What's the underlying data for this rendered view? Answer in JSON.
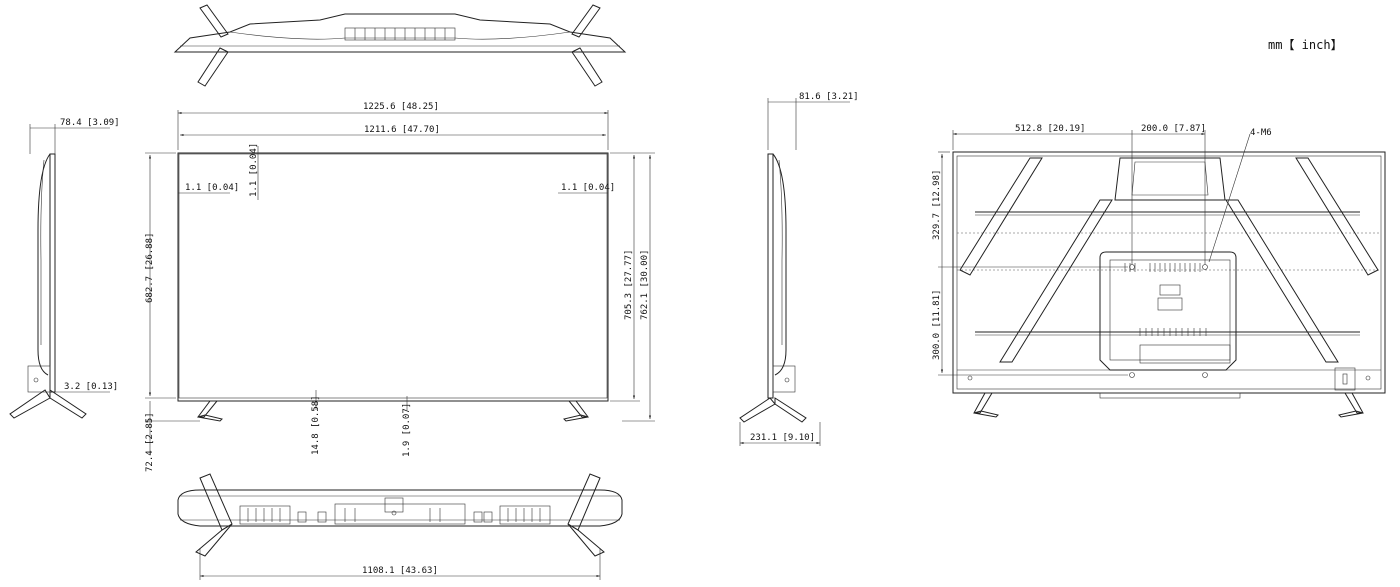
{
  "units": "mm【 inch】",
  "labels": {
    "mount": "4-M6"
  },
  "dimensions": {
    "side_left_depth": "78.4 [3.09]",
    "side_left_foot": "3.2 [0.13]",
    "overall_width": "1225.6 [48.25]",
    "screen_width": "1211.6 [47.70]",
    "bezel_left": "1.1 [0.04]",
    "bezel_top": "1.1 [0.04]",
    "bezel_right": "1.1 [0.04]",
    "screen_height": "682.7 [26.88]",
    "panel_height": "705.3 [27.77]",
    "overall_height": "762.1 [30.00]",
    "stand_height": "72.4 [2.85]",
    "bottom_bezel": "14.8 [0.58]",
    "bottom_small": "1.9 [0.07]",
    "stand_span": "1108.1 [43.63]",
    "side_right_depth": "81.6 [3.21]",
    "stand_depth": "231.1 [9.10]",
    "rear_offset_x": "512.8 [20.19]",
    "vesa_x": "200.0 [7.87]",
    "rear_offset_y": "329.7 [12.98]",
    "vesa_y": "300.0 [11.81]"
  }
}
